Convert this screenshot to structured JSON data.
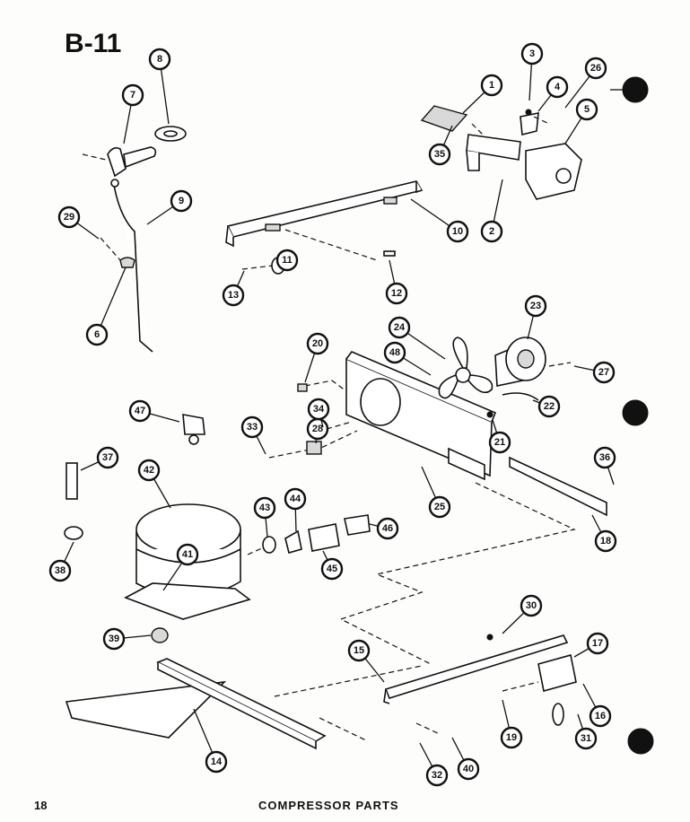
{
  "page_title": "B-11",
  "page_number": "18",
  "footer_title": "COMPRESSOR PARTS",
  "callouts": [
    "1",
    "2",
    "3",
    "4",
    "5",
    "6",
    "7",
    "8",
    "9",
    "10",
    "11",
    "12",
    "13",
    "14",
    "15",
    "16",
    "17",
    "18",
    "19",
    "20",
    "21",
    "22",
    "23",
    "24",
    "25",
    "26",
    "27",
    "28",
    "29",
    "30",
    "31",
    "32",
    "33",
    "34",
    "35",
    "36",
    "37",
    "38",
    "39",
    "40",
    "41",
    "42",
    "43",
    "44",
    "45",
    "46",
    "47",
    "48"
  ]
}
